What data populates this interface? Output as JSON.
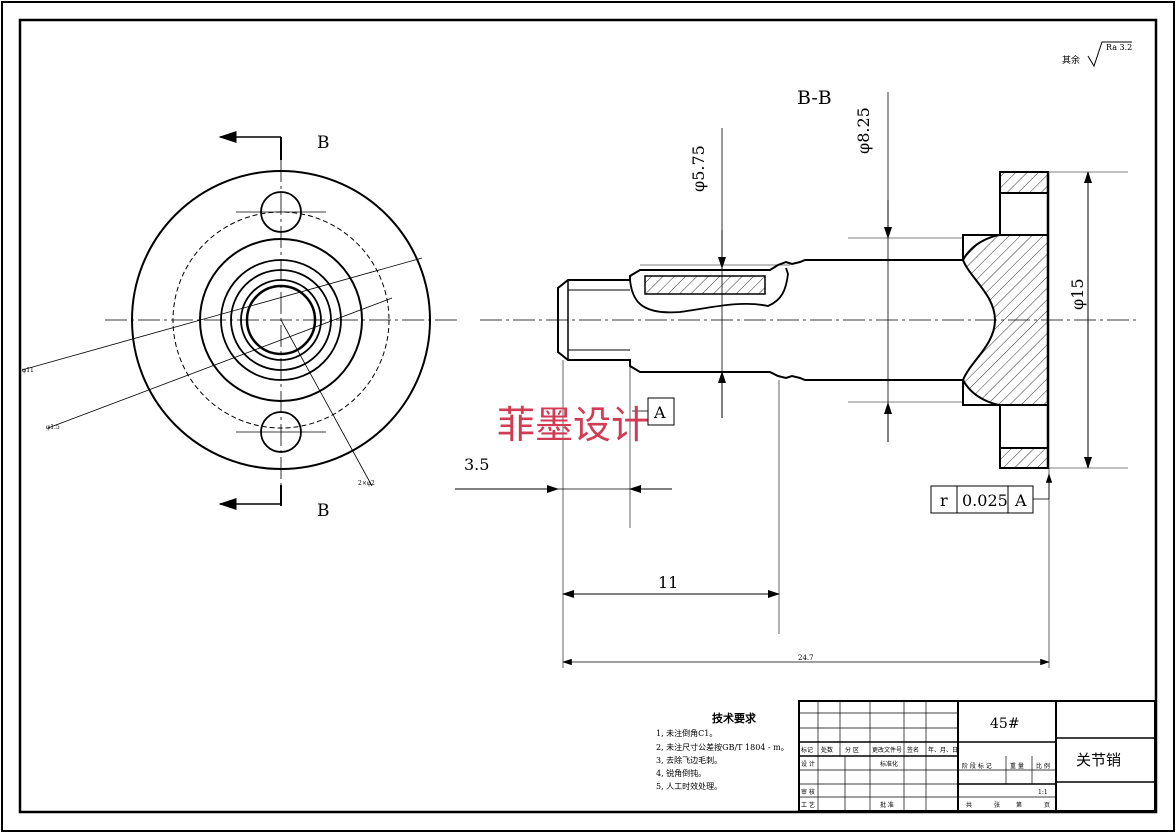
{
  "roughness": {
    "prefix": "其余",
    "value": "Ra 3.2"
  },
  "section_label": "B-B",
  "cut_labels": {
    "top": "B",
    "bottom": "B"
  },
  "dimensions": {
    "d1": "φ5.75",
    "d2": "φ8.25",
    "d3": "φ15",
    "len_3_5": "3.5",
    "len_11": "11",
    "len_total": "24.7"
  },
  "front_view_dims": {
    "a": "φ11",
    "b": "φ1.5",
    "c": "2×φ2"
  },
  "datum": "A",
  "tolerance": {
    "symbol": "r",
    "value": "0.025",
    "datum": "A"
  },
  "watermark": "菲墨设计",
  "tech_requirements": {
    "title": "技术要求",
    "items": [
      "1, 未注倒角C1。",
      "2, 未注尺寸公差按GB/T 1804 - m。",
      "3, 去除飞边毛刺。",
      "4, 锐角倒钝。",
      "5, 人工时效处理。"
    ]
  },
  "title_block": {
    "material": "45#",
    "part_name": "关节销",
    "headers_row": [
      "标记",
      "处数",
      "分 区",
      "更改文件号",
      "签名",
      "年、月、日"
    ],
    "left_labels": [
      "设 计",
      "标准化",
      "审 核",
      "工 艺",
      "批 准"
    ],
    "stage_labels": [
      "阶 段 标 记",
      "重 量",
      "比 例"
    ],
    "scale": "1:1",
    "sheet_labels": [
      "共",
      "张",
      "第",
      "页"
    ]
  }
}
